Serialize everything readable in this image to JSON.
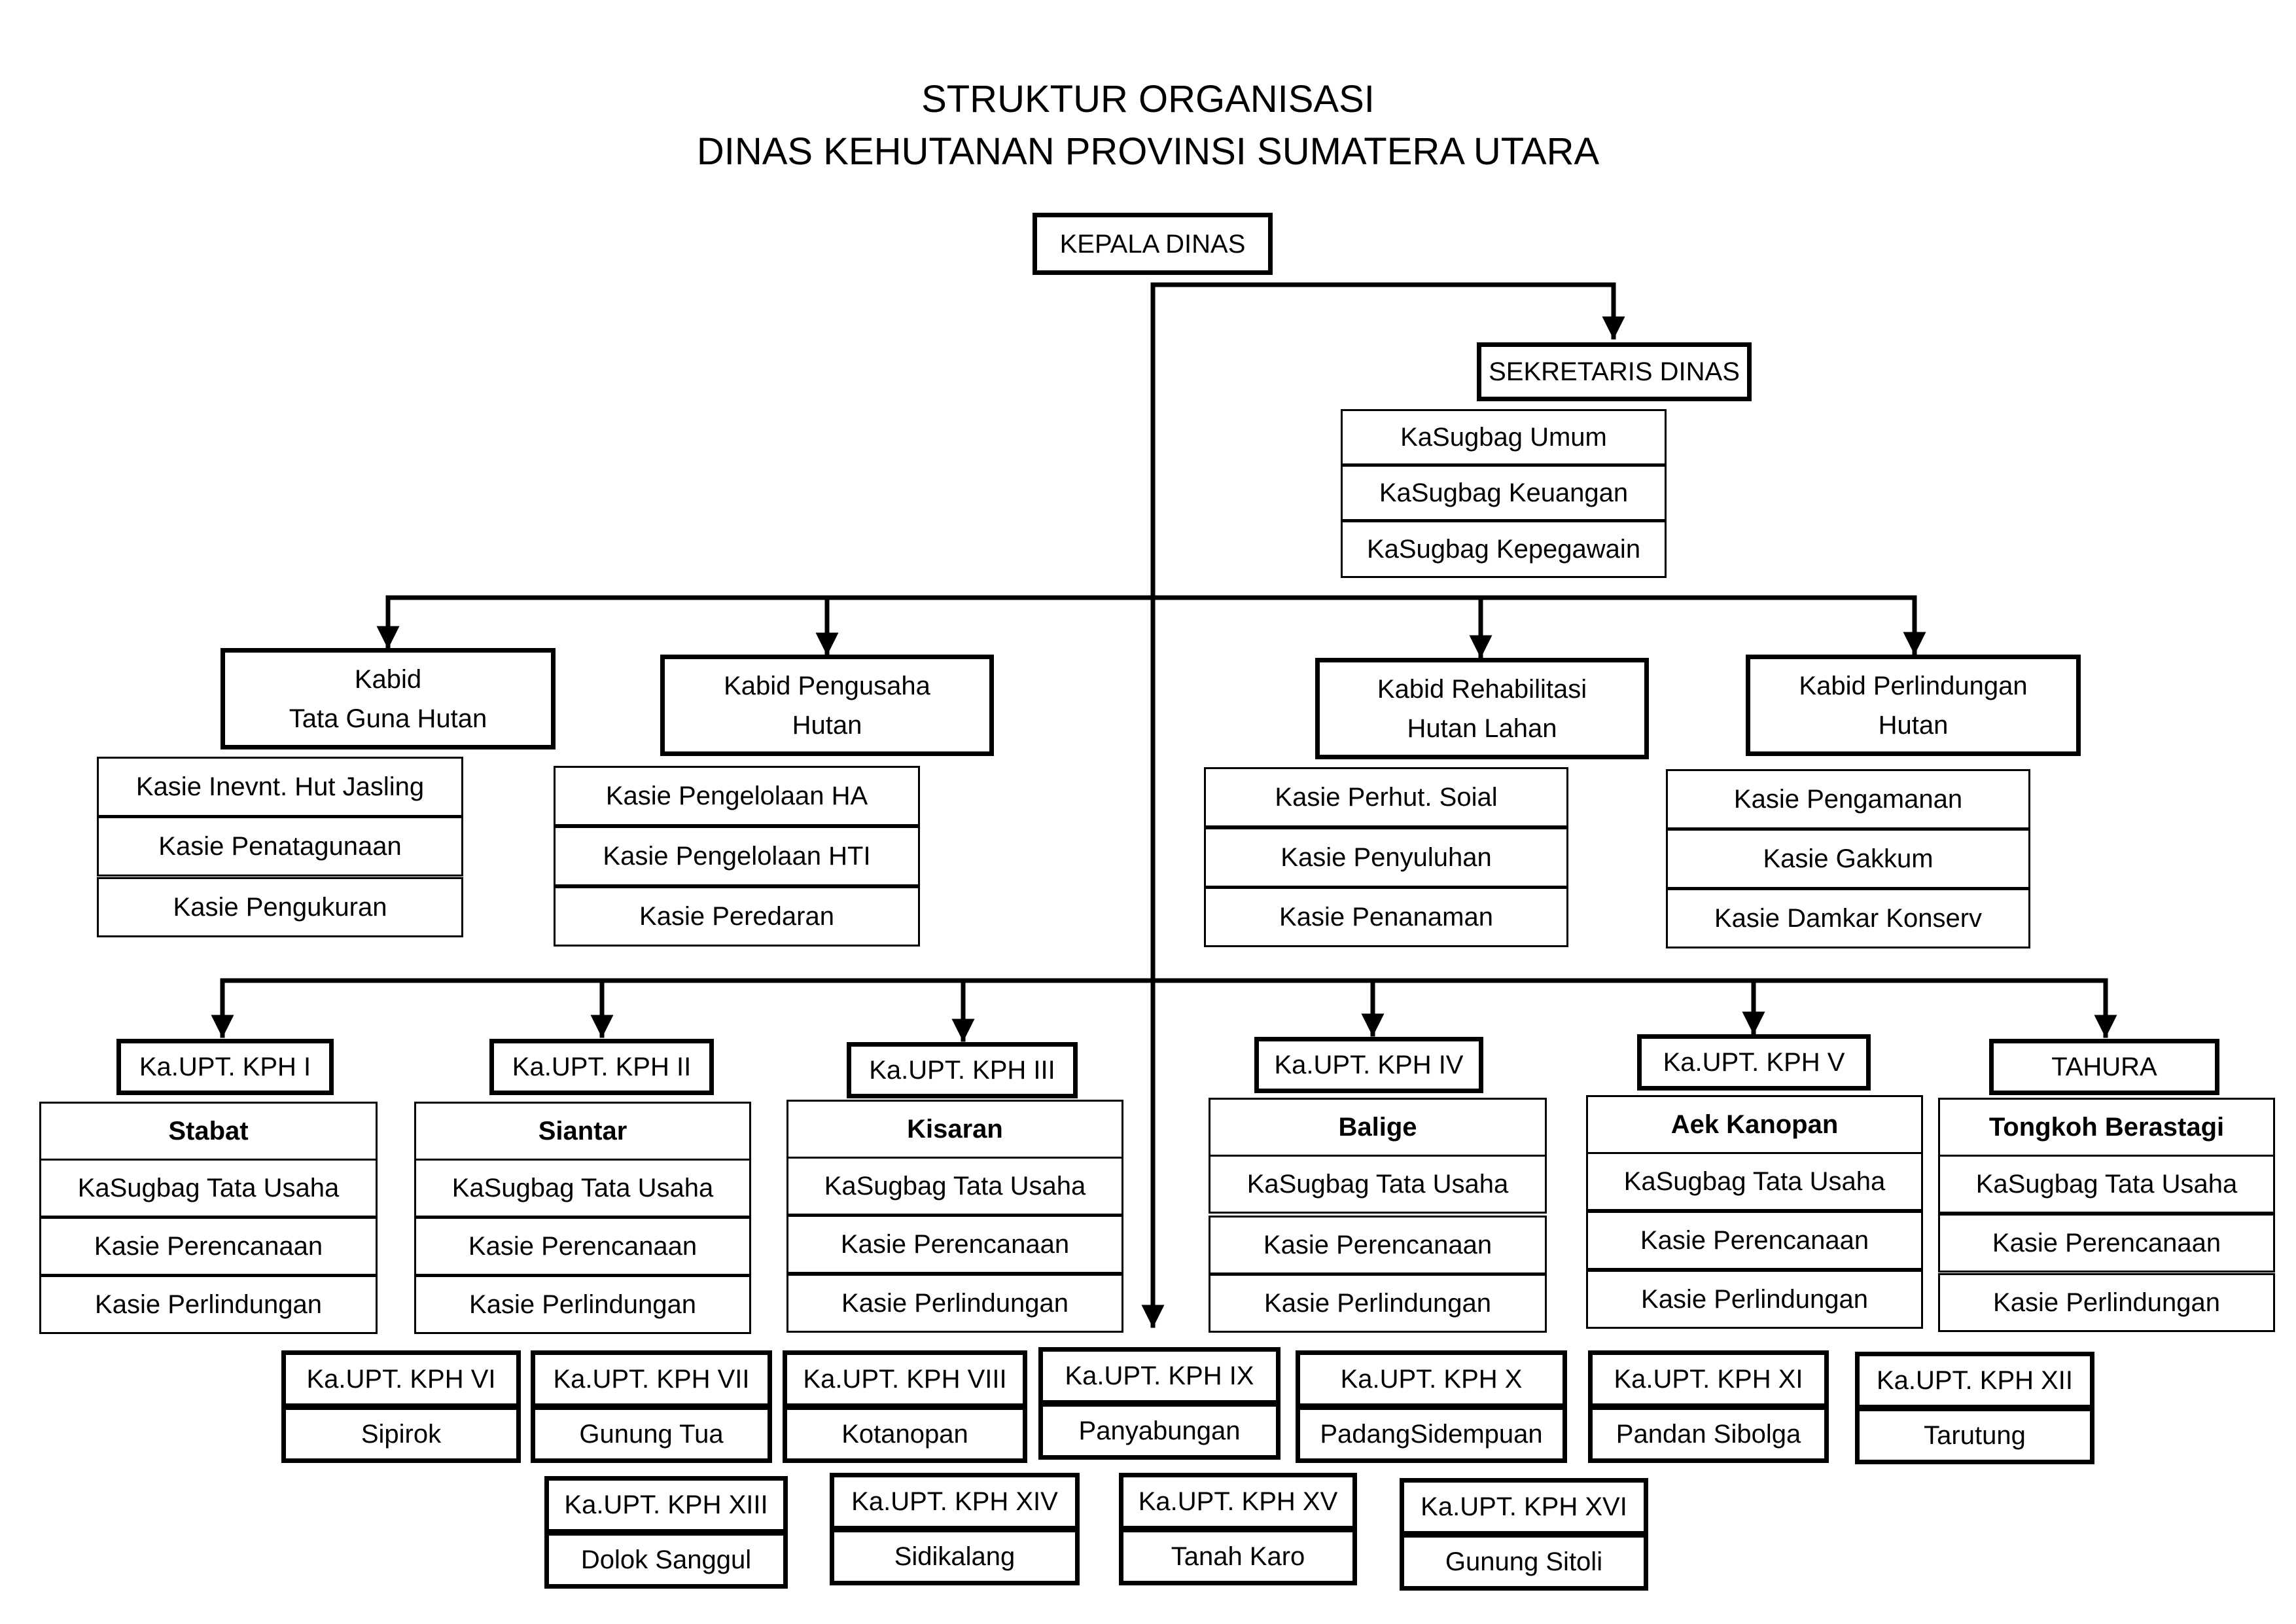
{
  "title": {
    "line1": "STRUKTUR ORGANISASI",
    "line2": "DINAS KEHUTANAN PROVINSI SUMATERA UTARA"
  },
  "head": "KEPALA DINAS",
  "secretariat": {
    "title": "SEKRETARIS DINAS",
    "subunits": [
      "KaSugbag Umum",
      "KaSugbag Keuangan",
      "KaSugbag Kepegawain"
    ]
  },
  "divisions": [
    {
      "title_line1": "Kabid",
      "title_line2": "Tata Guna Hutan",
      "sections": [
        "Kasie Inevnt. Hut Jasling",
        "Kasie Penatagunaan",
        "Kasie Pengukuran"
      ]
    },
    {
      "title_line1": "Kabid Pengusaha",
      "title_line2": "Hutan",
      "sections": [
        "Kasie Pengelolaan HA",
        "Kasie Pengelolaan HTI",
        "Kasie Peredaran"
      ]
    },
    {
      "title_line1": "Kabid Rehabilitasi",
      "title_line2": "Hutan Lahan",
      "sections": [
        "Kasie Perhut. Soial",
        "Kasie Penyuluhan",
        "Kasie Penanaman"
      ]
    },
    {
      "title_line1": "Kabid Perlindungan",
      "title_line2": "Hutan",
      "sections": [
        "Kasie Pengamanan",
        "Kasie Gakkum",
        "Kasie Damkar Konserv"
      ]
    }
  ],
  "upt_units": [
    {
      "title": "Ka.UPT. KPH I",
      "location": "Stabat",
      "sections": [
        "KaSugbag Tata Usaha",
        "Kasie Perencanaan",
        "Kasie Perlindungan"
      ]
    },
    {
      "title": "Ka.UPT. KPH II",
      "location": "Siantar",
      "sections": [
        "KaSugbag Tata Usaha",
        "Kasie Perencanaan",
        "Kasie Perlindungan"
      ]
    },
    {
      "title": "Ka.UPT. KPH III",
      "location": "Kisaran",
      "sections": [
        "KaSugbag Tata Usaha",
        "Kasie Perencanaan",
        "Kasie Perlindungan"
      ]
    },
    {
      "title": "Ka.UPT. KPH IV",
      "location": "Balige",
      "sections": [
        "KaSugbag Tata Usaha",
        "Kasie Perencanaan",
        "Kasie Perlindungan"
      ]
    },
    {
      "title": "Ka.UPT. KPH V",
      "location": "Aek Kanopan",
      "sections": [
        "KaSugbag Tata Usaha",
        "Kasie Perencanaan",
        "Kasie Perlindungan"
      ]
    },
    {
      "title": "TAHURA",
      "location": "Tongkoh Berastagi",
      "sections": [
        "KaSugbag Tata Usaha",
        "Kasie Perencanaan",
        "Kasie Perlindungan"
      ]
    }
  ],
  "kph_units": [
    {
      "title": "Ka.UPT. KPH VI",
      "location": "Sipirok"
    },
    {
      "title": "Ka.UPT. KPH VII",
      "location": "Gunung Tua"
    },
    {
      "title": "Ka.UPT. KPH VIII",
      "location": "Kotanopan"
    },
    {
      "title": "Ka.UPT. KPH IX",
      "location": "Panyabungan"
    },
    {
      "title": "Ka.UPT. KPH X",
      "location": "PadangSidempuan"
    },
    {
      "title": "Ka.UPT. KPH XI",
      "location": "Pandan Sibolga"
    },
    {
      "title": "Ka.UPT. KPH XII",
      "location": "Tarutung"
    },
    {
      "title": "Ka.UPT. KPH XIII",
      "location": "Dolok Sanggul"
    },
    {
      "title": "Ka.UPT. KPH XIV",
      "location": "Sidikalang"
    },
    {
      "title": "Ka.UPT. KPH XV",
      "location": "Tanah Karo"
    },
    {
      "title": "Ka.UPT. KPH XVI",
      "location": "Gunung Sitoli"
    }
  ]
}
